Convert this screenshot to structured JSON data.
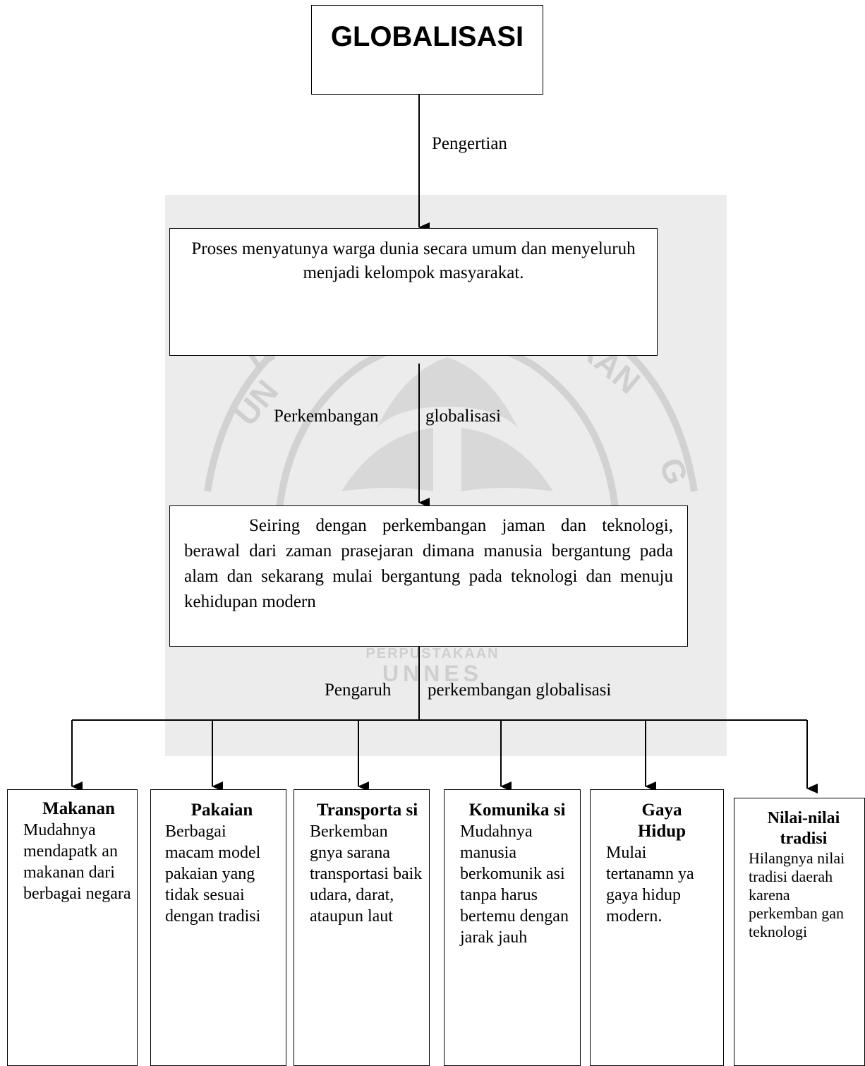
{
  "title": "GLOBALISASI",
  "edge_definition": "Pengertian",
  "definition": "Proses menyatunya warga dunia secara umum dan menyeluruh menjadi kelompok masyarakat.",
  "edge_development": [
    "Perkembangan",
    "globalisasi"
  ],
  "development": "Seiring dengan perkembangan jaman dan teknologi, berawal dari zaman prasejaran dimana manusia bergantung pada alam dan sekarang mulai bergantung pada teknologi dan menuju kehidupan modern",
  "edge_influence": [
    "Pengaruh",
    "perkembangan globalisasi"
  ],
  "watermark": {
    "sub": "PERPUSTAKAAN",
    "main": "UNNES",
    "ring": "UNIVERSITAS NEGERI SEMARANG"
  },
  "categories": [
    {
      "title": "Makanan",
      "body": "Mudahnya mendapatk an makanan dari berbagai negara"
    },
    {
      "title": "Pakaian",
      "body": "Berbagai macam model pakaian yang tidak sesuai dengan tradisi"
    },
    {
      "title": "Transporta si",
      "body": "Berkemban gnya sarana transportasi baik udara, darat, ataupun laut"
    },
    {
      "title": "Komunika si",
      "body": "Mudahnya manusia berkomunik asi tanpa harus bertemu dengan jarak jauh"
    },
    {
      "title": "Gaya Hidup",
      "body": "Mulai tertanamn ya gaya hidup modern."
    },
    {
      "title": "Nilai-nilai tradisi",
      "body": "Hilangnya nilai tradisi daerah karena perkemban gan teknologi"
    }
  ]
}
